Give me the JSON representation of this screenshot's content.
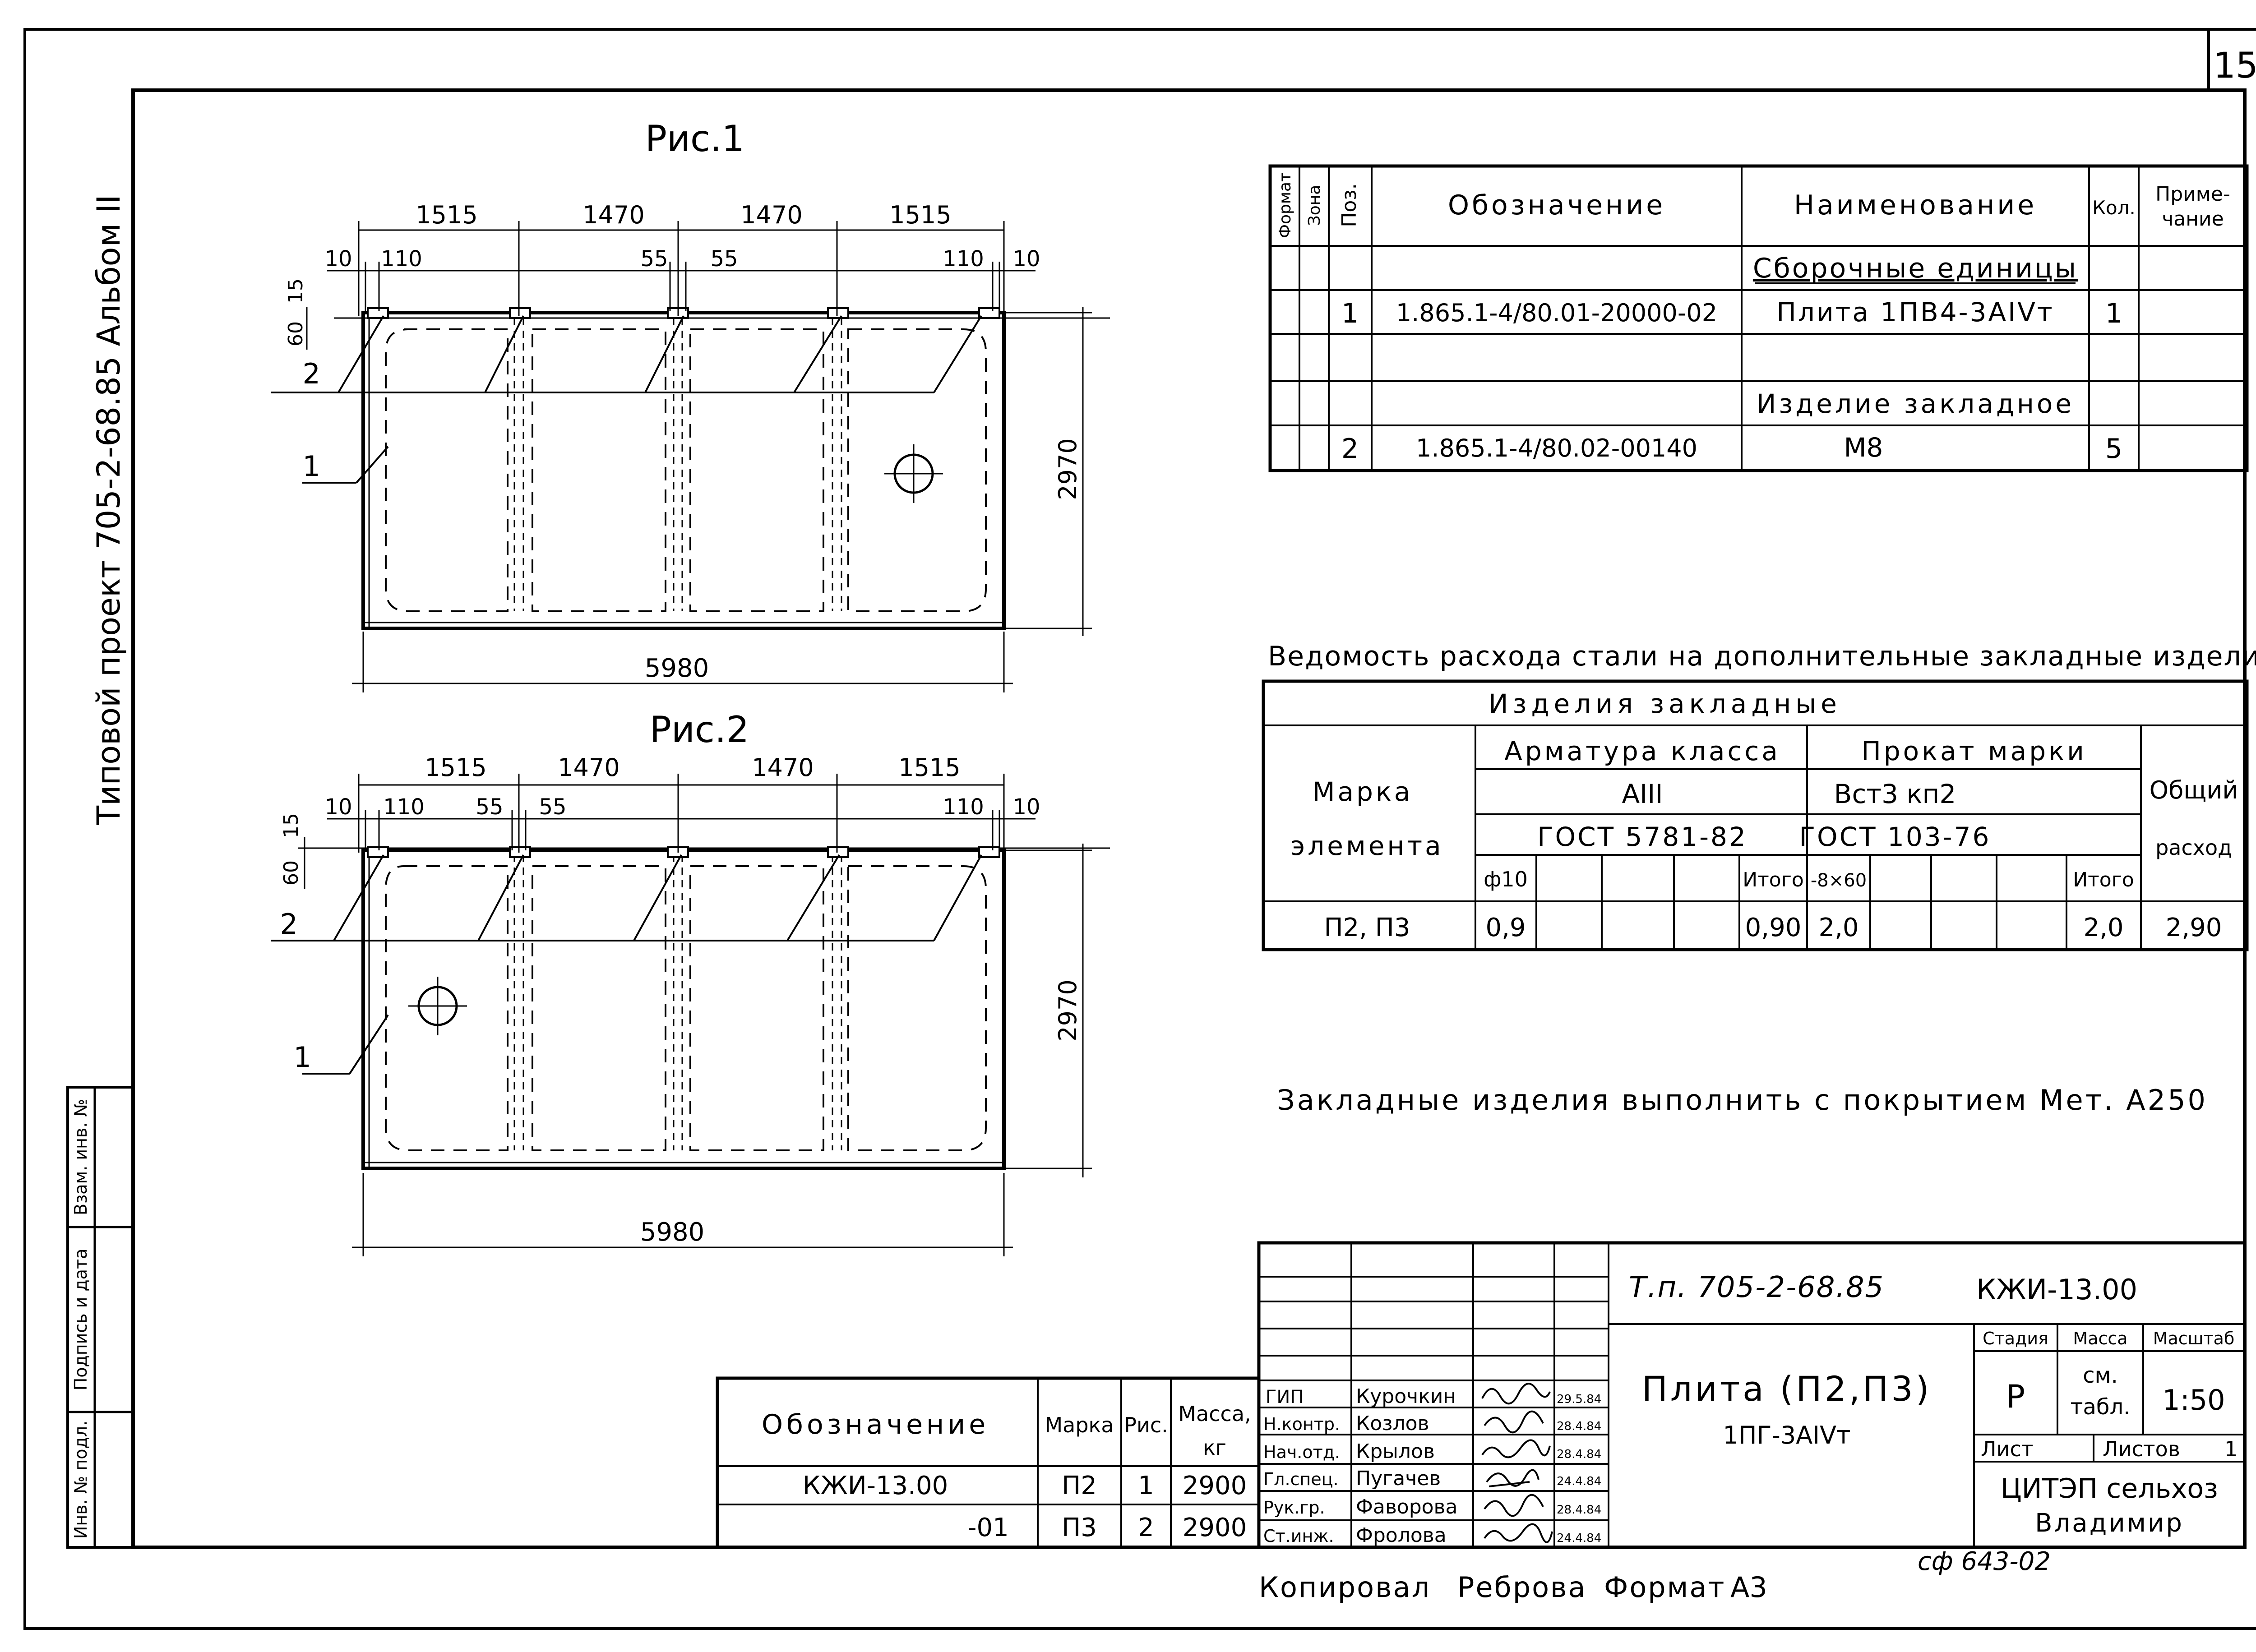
{
  "sheet": {
    "page_number": "15",
    "side_title": "Типовой проект 705-2-68.85 Альбом II",
    "copied_by_label": "Копировал",
    "copied_by_name": "Реброва",
    "format_label": "Формат",
    "format_value": "А3",
    "archive_stamp": "сф 643-02",
    "vertical_stamp": [
      "Инв. № подл.",
      "Подпись и дата",
      "Взам. инв. №"
    ]
  },
  "figure1": {
    "title": "Рис.1",
    "dims_top": [
      "1515",
      "1470",
      "1470",
      "1515"
    ],
    "dims_sub": [
      "10",
      "110",
      "55",
      "55",
      "110",
      "10"
    ],
    "dims_left": [
      "15",
      "60"
    ],
    "dim_height": "2970",
    "dim_width": "5980",
    "leaders": [
      "2",
      "1"
    ]
  },
  "figure2": {
    "title": "Рис.2",
    "dims_top": [
      "1515",
      "1470",
      "1470",
      "1515"
    ],
    "dims_sub": [
      "10",
      "110",
      "55",
      "55",
      "110",
      "10"
    ],
    "dims_left": [
      "15",
      "60"
    ],
    "dim_height": "2970",
    "dim_width": "5980",
    "leaders": [
      "2",
      "1"
    ]
  },
  "spec_table": {
    "headers": {
      "format": "Формат",
      "zone": "Зона",
      "pos": "Поз.",
      "designation": "Обозначение",
      "name": "Наименование",
      "qty": "Кол.",
      "note_line1": "Приме-",
      "note_line2": "чание"
    },
    "rows": [
      {
        "pos": "",
        "designation": "",
        "name": "Сборочные единицы",
        "qty": ""
      },
      {
        "pos": "1",
        "designation": "1.865.1-4/80.01-20000-02",
        "name": "Плита 1ПВ4-3АIVт",
        "qty": "1"
      },
      {
        "pos": "",
        "designation": "",
        "name": "",
        "qty": ""
      },
      {
        "pos": "",
        "designation": "",
        "name": "Изделие закладное",
        "qty": ""
      },
      {
        "pos": "2",
        "designation": "1.865.1-4/80.02-00140",
        "name": "М8",
        "qty": "5"
      }
    ]
  },
  "steel_table": {
    "title": "Ведомость расхода стали на дополнительные закладные изделия, кг",
    "group_header": "Изделия закладные",
    "mark_header_line1": "Марка",
    "mark_header_line2": "элемента",
    "rebar_header": "Арматура класса",
    "rebar_class": "АIII",
    "rebar_gost": "ГОСТ 5781-82",
    "rolled_header": "Прокат марки",
    "rolled_grade": "Вст3 кп2",
    "rolled_gost": "ГОСТ 103-76",
    "total_header_line1": "Общий",
    "total_header_line2": "расход",
    "rebar_sub": "ф10",
    "rolled_sub": "-8×60",
    "subtotal": "Итого",
    "row": {
      "mark": "П2, П3",
      "rebar_phi10": "0,9",
      "rebar_total": "0,90",
      "rolled_8x60": "2,0",
      "rolled_total": "2,0",
      "total": "2,90"
    }
  },
  "coating_note": "Закладные изделия выполнить с покрытием Мет. А250",
  "variants_table": {
    "headers": {
      "designation": "Обозначение",
      "mark": "Марка",
      "fig": "Рис.",
      "mass_line1": "Масса,",
      "mass_line2": "кг"
    },
    "rows": [
      {
        "designation": "КЖИ-13.00",
        "mark": "П2",
        "fig": "1",
        "mass": "2900"
      },
      {
        "designation": "-01",
        "mark": "П3",
        "fig": "2",
        "mass": "2900"
      }
    ]
  },
  "title_block": {
    "project": "Т.п. 705-2-68.85",
    "doc_code": "КЖИ-13.00",
    "product_name": "Плита (П2,П3)",
    "product_mark": "1ПГ-3АIVт",
    "stage_label": "Стадия",
    "mass_label": "Масса",
    "scale_label": "Масштаб",
    "stage": "Р",
    "mass_line1": "см.",
    "mass_line2": "табл.",
    "scale": "1:50",
    "sheet_label": "Лист",
    "sheets_label": "Листов",
    "sheets_value": "1",
    "organization_line1": "ЦИТЭП сельхоз",
    "organization_line2": "Владимир",
    "signatories": [
      {
        "role": "ГИП",
        "name": "Курочкин",
        "date": "29.5.84"
      },
      {
        "role": "Н.контр.",
        "name": "Козлов",
        "date": "28.4.84"
      },
      {
        "role": "Нач.отд.",
        "name": "Крылов",
        "date": "28.4.84"
      },
      {
        "role": "Гл.спец.",
        "name": "Пугачев",
        "date": "24.4.84"
      },
      {
        "role": "Рук.гр.",
        "name": "Фаворова",
        "date": "28.4.84"
      },
      {
        "role": "Ст.инж.",
        "name": "Фролова",
        "date": "24.4.84"
      }
    ]
  }
}
